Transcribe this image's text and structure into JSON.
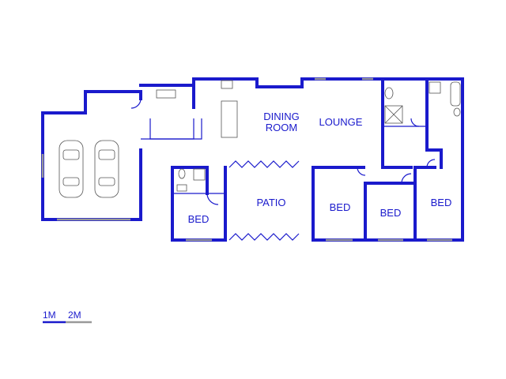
{
  "rooms": {
    "dining": [
      "DINING",
      "ROOM"
    ],
    "lounge": "LOUNGE",
    "patio": "PATIO",
    "bed_small": "BED",
    "bed_1": "BED",
    "bed_2": "BED",
    "bed_3": "BED"
  },
  "scale": {
    "label_1": "1M",
    "label_2": "2M"
  },
  "colors": {
    "wall": "#1a1acc",
    "window": "#999999"
  }
}
